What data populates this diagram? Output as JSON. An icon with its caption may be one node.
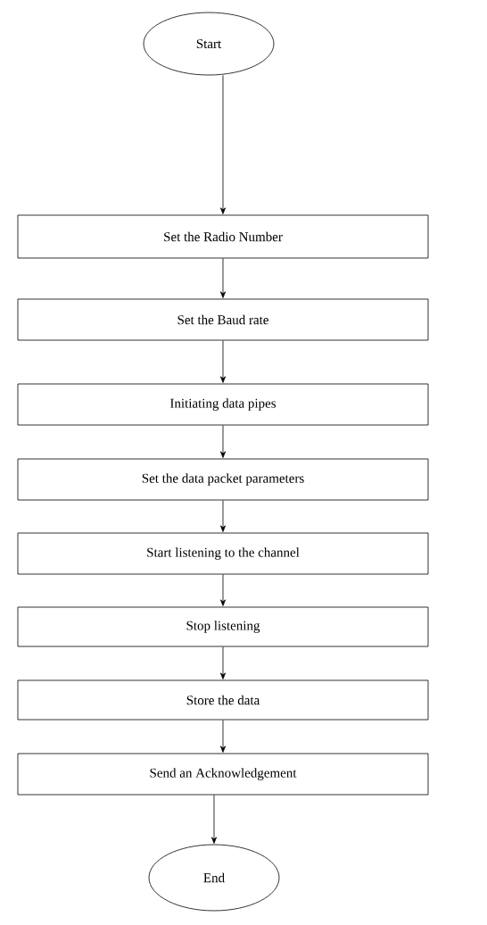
{
  "diagram": {
    "nodes": [
      {
        "text": [
          "Start"
        ]
      },
      {
        "text": [
          "Set the Radio Number"
        ]
      },
      {
        "text": [
          "Set the Baud rate"
        ]
      },
      {
        "text": [
          "Initiating data pipes"
        ]
      },
      {
        "text": [
          "Set the data packet parameters"
        ]
      },
      {
        "text": [
          "Start listening to the channel"
        ]
      },
      {
        "text": [
          "Stop listening"
        ]
      },
      {
        "text": [
          "Store the data"
        ]
      },
      {
        "text": [
          "Send an Acknowledgement"
        ]
      },
      {
        "text": [
          "End"
        ]
      }
    ],
    "edges": [
      {
        "from": 0,
        "to": 1,
        "arrow": "to"
      },
      {
        "from": 1,
        "to": 2,
        "arrow": "to"
      },
      {
        "from": 2,
        "to": 3,
        "arrow": "to"
      },
      {
        "from": 3,
        "to": 4,
        "arrow": "to"
      },
      {
        "from": 4,
        "to": 5,
        "arrow": "to"
      },
      {
        "from": 5,
        "to": 6,
        "arrow": "to"
      },
      {
        "from": 6,
        "to": 7,
        "arrow": "to"
      },
      {
        "from": 7,
        "to": 8,
        "arrow": "to"
      },
      {
        "from": 8,
        "to": 9,
        "arrow": "to"
      }
    ]
  }
}
